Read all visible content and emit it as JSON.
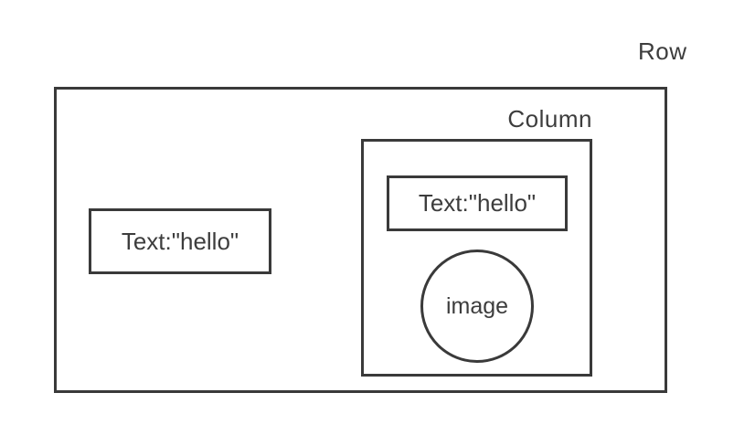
{
  "diagram": {
    "row": {
      "label": "Row"
    },
    "column": {
      "label": "Column"
    },
    "left_text_widget": {
      "label": "Text:\"hello\""
    },
    "column_text_widget": {
      "label": "Text:\"hello\""
    },
    "image_widget": {
      "label": "image"
    },
    "colors": {
      "line": "#3a3a3a",
      "text": "#3d3d3d",
      "background": "#ffffff"
    }
  }
}
